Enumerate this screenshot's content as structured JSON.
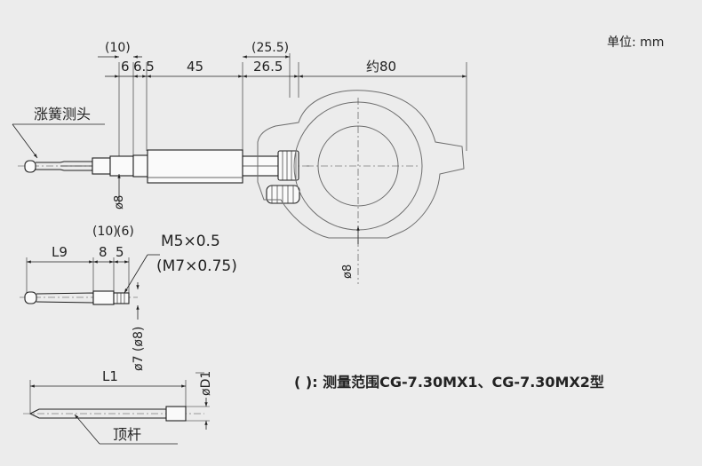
{
  "unit_label": "单位: mm",
  "top_view": {
    "dim_10": "(10)",
    "dim_6": "6",
    "dim_6_5": "6.5",
    "dim_45": "45",
    "dim_25_5": "(25.5)",
    "dim_26_5": "26.5",
    "dim_80": "约80",
    "dia_8_left": "ø8",
    "dia_8_right": "ø8",
    "label_contact": "涨簧测头"
  },
  "middle_view": {
    "dim_10": "(10)",
    "dim_6": "(6)",
    "dim_8": "8",
    "dim_5": "5",
    "dim_l9": "L9",
    "thread_1": "M5×0.5",
    "thread_2": "(M7×0.75)",
    "dia_7": "ø7 (ø8)"
  },
  "bottom_view": {
    "dim_l1": "L1",
    "dia_d1": "øD1",
    "label_rod": "顶杆"
  },
  "note": "(   ): 测量范围CG-7.30MX1、CG-7.30MX2型"
}
